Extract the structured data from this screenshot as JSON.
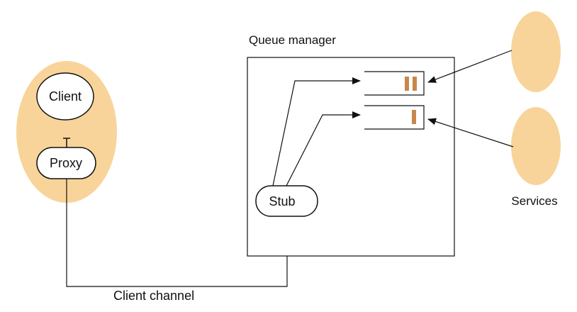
{
  "labels": {
    "client": "Client",
    "proxy": "Proxy",
    "stub": "Stub",
    "queue_manager": "Queue manager",
    "services": "Services",
    "client_channel": "Client channel"
  },
  "colors": {
    "process_fill": "#f8d49a",
    "node_fill": "#ffffff",
    "stroke": "#111111",
    "message_marker": "#c8874a"
  },
  "queues": [
    {
      "name": "top-queue",
      "message_count": 2
    },
    {
      "name": "bottom-queue",
      "message_count": 1
    }
  ]
}
